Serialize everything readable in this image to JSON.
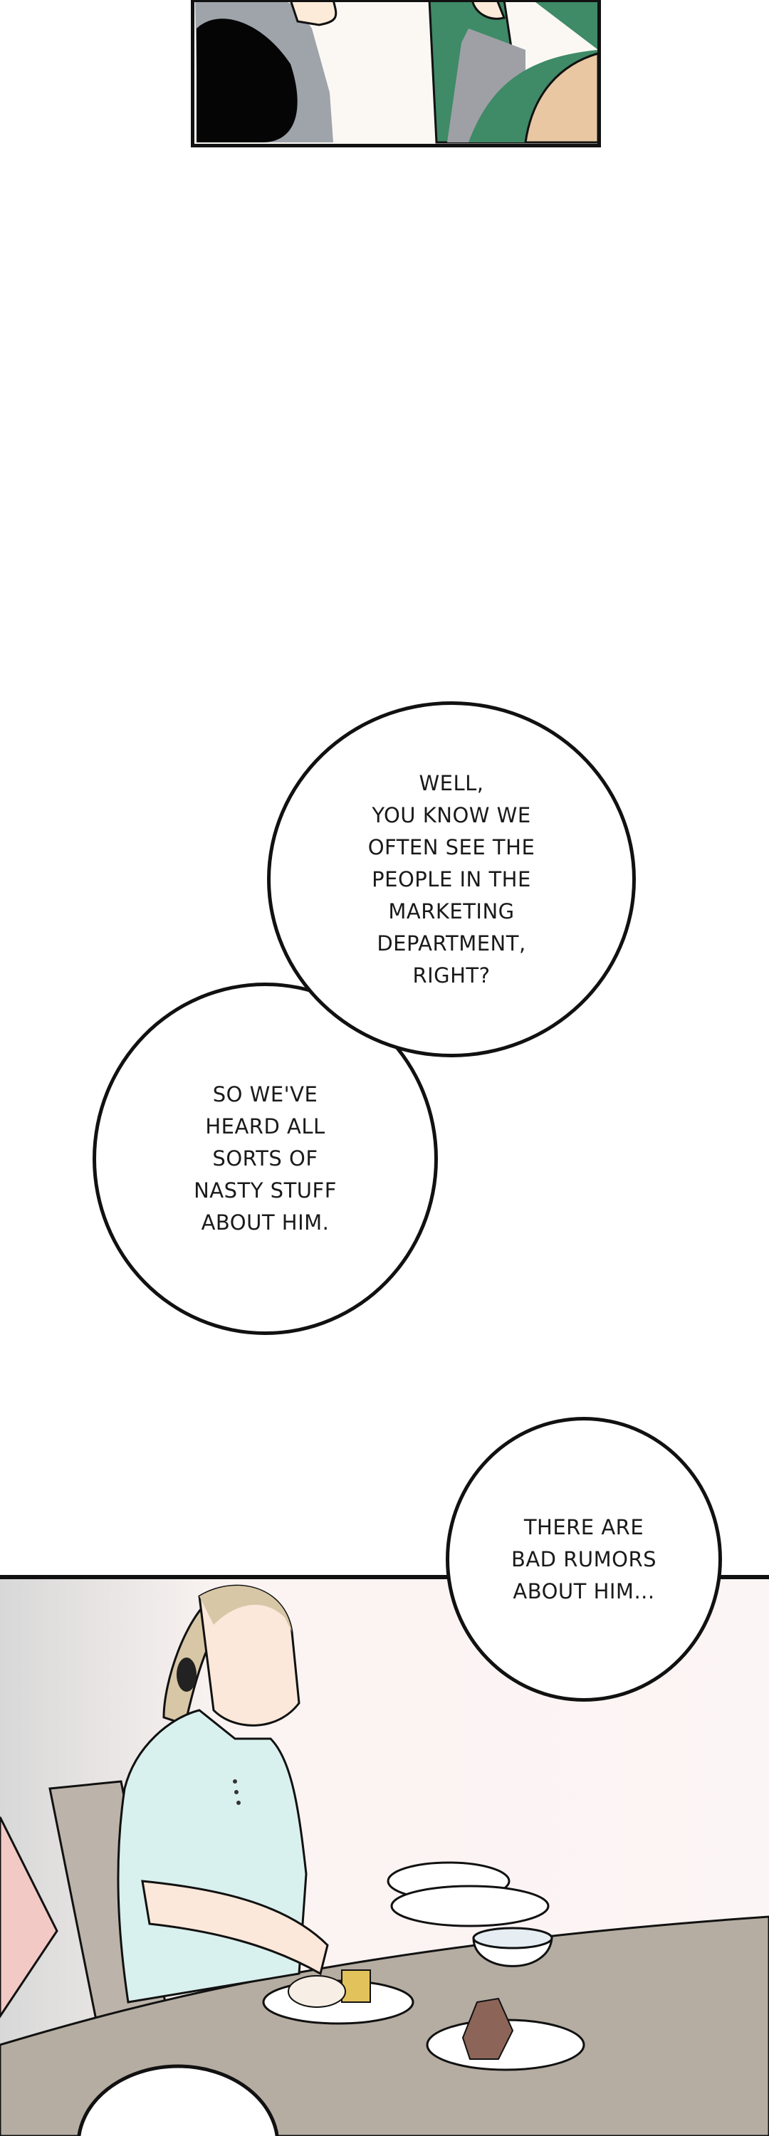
{
  "bubbles": [
    {
      "text": "WELL,\nYOU KNOW WE\nOFTEN SEE THE\nPEOPLE IN THE\nMARKETING\nDEPARTMENT,\nRIGHT?"
    },
    {
      "text": "SO WE'VE\nHEARD ALL\nSORTS OF\nNASTY STUFF\nABOUT HIM."
    },
    {
      "text": "THERE ARE\nBAD RUMORS\nABOUT HIM..."
    }
  ],
  "colors": {
    "ink": "#111111",
    "shirt": "#d9f1ee",
    "table": "#b5ada2",
    "jacket": "#3f8a67",
    "hair": "#d8c7a6"
  }
}
